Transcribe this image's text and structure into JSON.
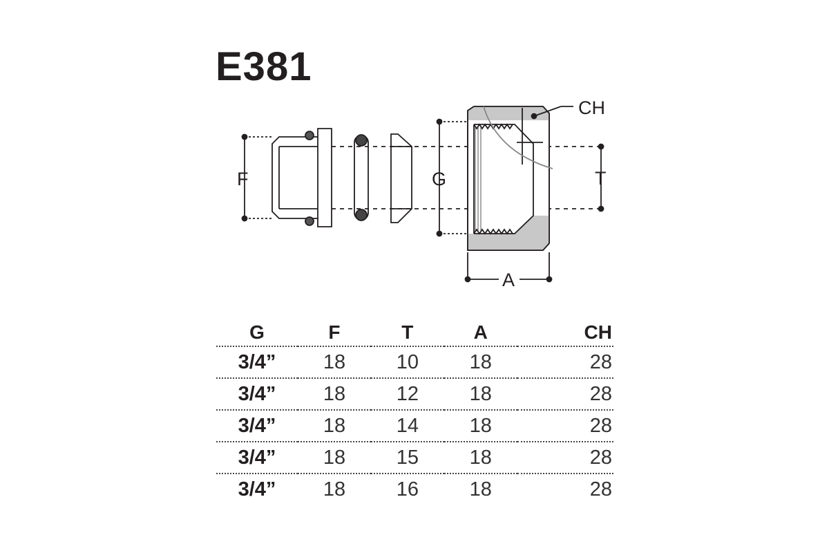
{
  "title": "E381",
  "drawing": {
    "labels": {
      "F": "F",
      "G": "G",
      "T": "T",
      "A": "A",
      "CH": "CH"
    }
  },
  "table": {
    "headers": [
      "G",
      "F",
      "T",
      "A",
      "CH"
    ],
    "rows": [
      [
        "3/4”",
        "18",
        "10",
        "18",
        "28"
      ],
      [
        "3/4”",
        "18",
        "12",
        "18",
        "28"
      ],
      [
        "3/4”",
        "18",
        "14",
        "18",
        "28"
      ],
      [
        "3/4”",
        "18",
        "15",
        "18",
        "28"
      ],
      [
        "3/4”",
        "18",
        "16",
        "18",
        "28"
      ]
    ]
  }
}
